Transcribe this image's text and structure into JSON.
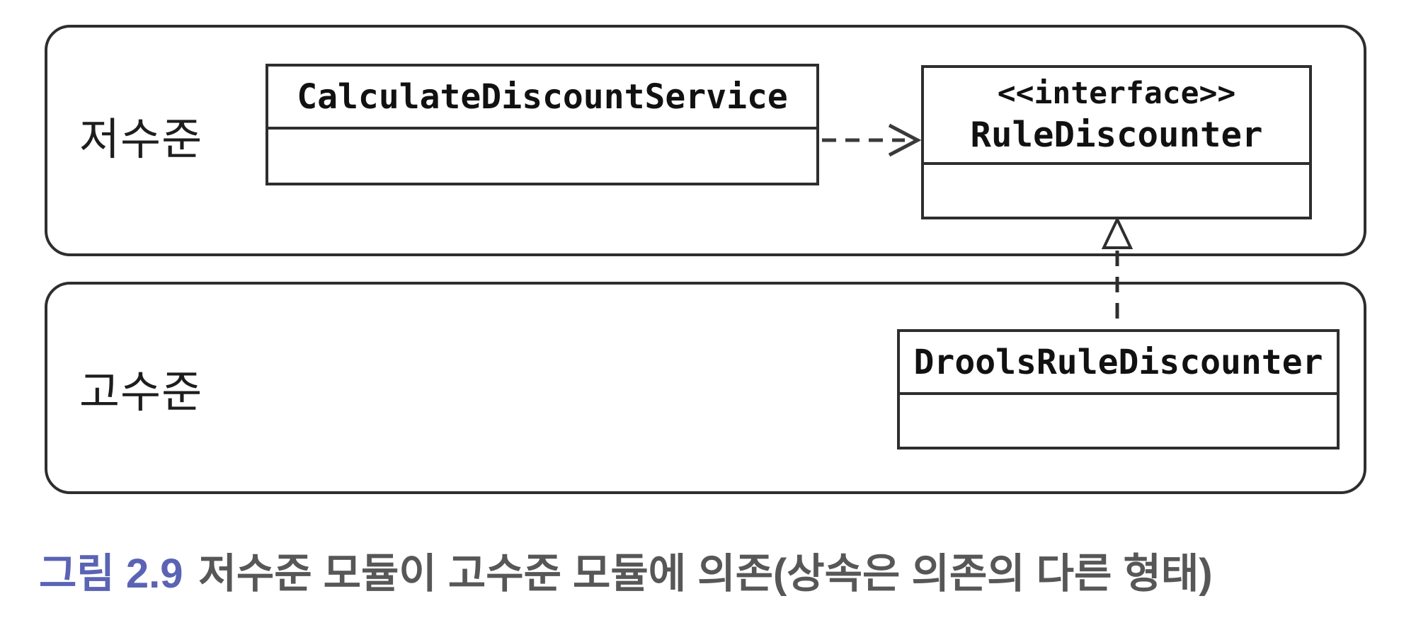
{
  "diagram": {
    "layers": [
      {
        "label": "저수준"
      },
      {
        "label": "고수준"
      }
    ],
    "nodes": [
      {
        "name": "CalculateDiscountService",
        "stereotype": ""
      },
      {
        "name": "RuleDiscounter",
        "stereotype": "<<interface>>"
      },
      {
        "name": "DroolsRuleDiscounter",
        "stereotype": ""
      }
    ],
    "connectors": [
      {
        "type": "dependency",
        "style": "dashed-open-arrow",
        "from": "CalculateDiscountService",
        "to": "RuleDiscounter"
      },
      {
        "type": "realization",
        "style": "dashed-hollow-triangle",
        "from": "DroolsRuleDiscounter",
        "to": "RuleDiscounter"
      }
    ]
  },
  "caption": {
    "figure_label": "그림 2.9",
    "text": "저수준 모듈이 고수준 모듈에 의존(상속은 의존의 다른 형태)"
  },
  "colors": {
    "line": "#2e2e2e",
    "caption_label": "#5a63b4",
    "caption_text": "#575757",
    "background": "#ffffff"
  }
}
